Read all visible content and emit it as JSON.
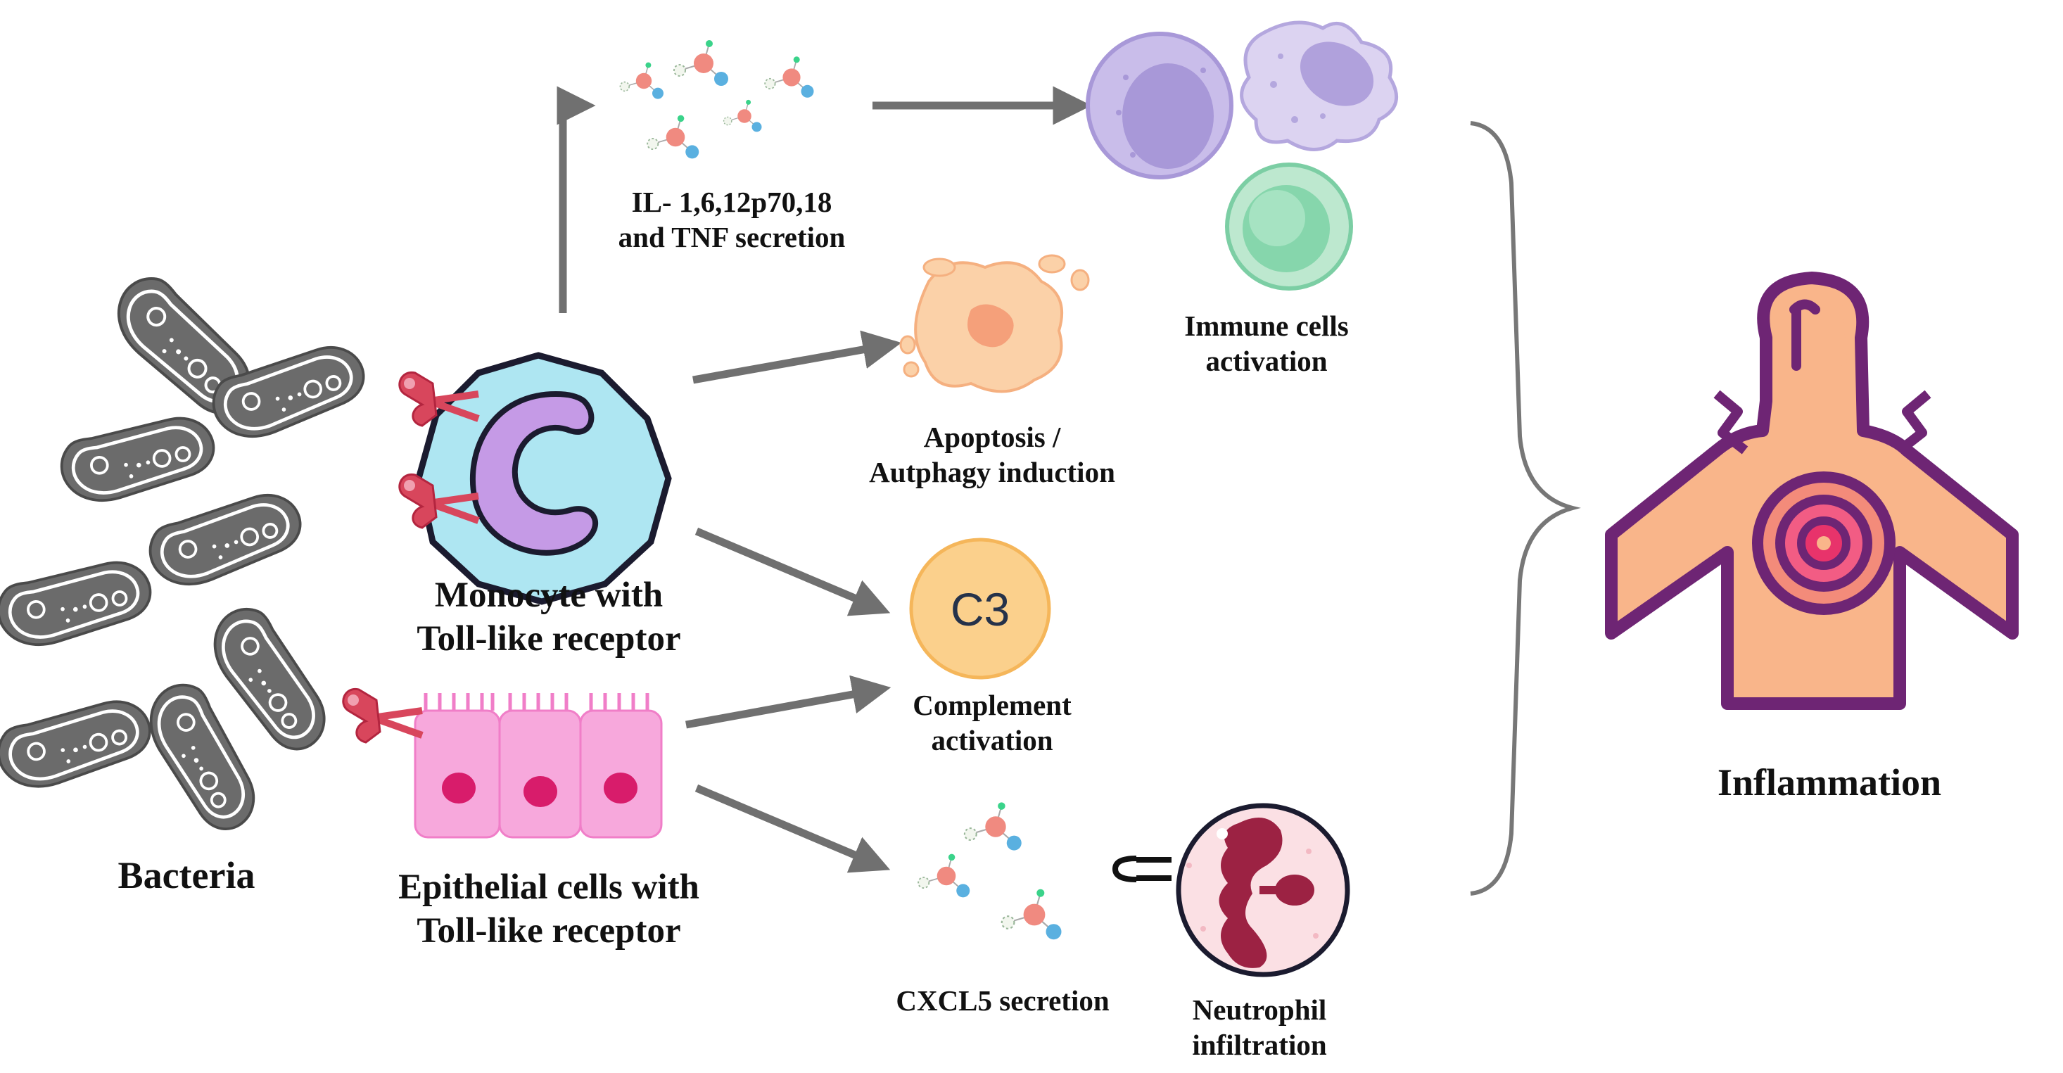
{
  "labels": {
    "bacteria": "Bacteria",
    "monocyte": [
      "Monocyte with",
      "Toll-like receptor"
    ],
    "epithelial": [
      "Epithelial cells with",
      "Toll-like receptor"
    ],
    "il_secretion": [
      "IL- 1,6,12p70,18",
      "and TNF secretion"
    ],
    "immune_activation": [
      "Immune cells",
      "activation"
    ],
    "apoptosis": [
      "Apoptosis /",
      "Autphagy induction"
    ],
    "complement": [
      "Complement",
      "activation"
    ],
    "c3": "C3",
    "cxcl5": "CXCL5 secretion",
    "neutrophil": [
      "Neutrophil",
      "infiltration"
    ],
    "inflammation": "Inflammation"
  },
  "colors": {
    "arrow": "#707070",
    "bacteria_fill": "#6b6b6b",
    "monocyte_fill": "#aee6f2",
    "monocyte_nucleus": "#c59ae6",
    "receptor": "#d8465c",
    "epithelial_fill": "#f7a8dc",
    "epithelial_nucleus": "#d81c6b",
    "complement_fill": "#fbd08c",
    "apoptosis_fill": "#fbd1a8",
    "person_fill": "#f9b58a",
    "person_outline": "#6e2574",
    "target_center": "#e8336b",
    "neutrophil_nucleus": "#9c2243"
  }
}
